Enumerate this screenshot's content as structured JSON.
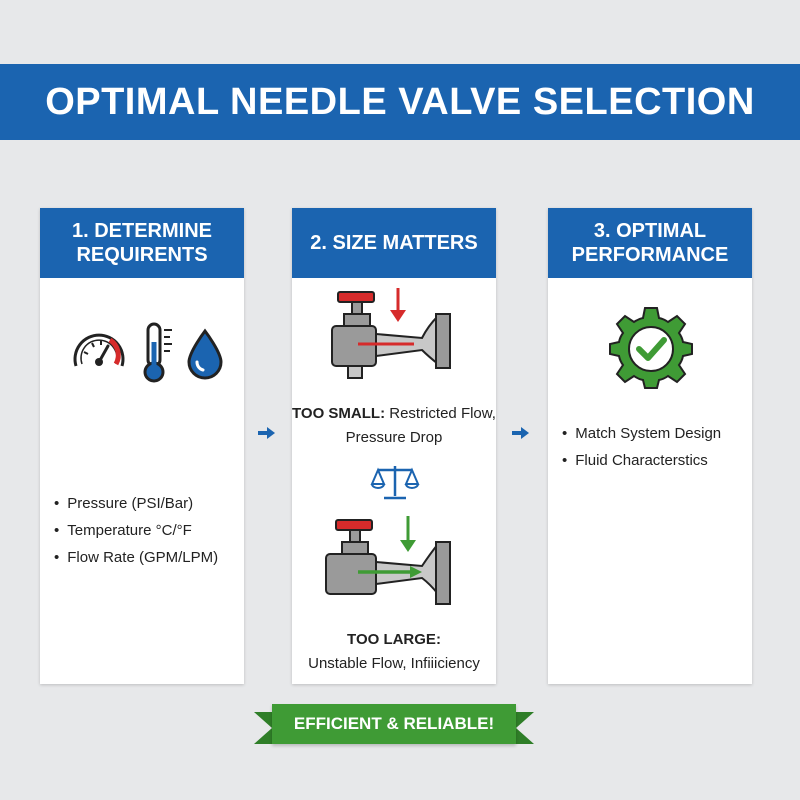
{
  "title": "OPTIMAL NEEDLE VALVE SELECTION",
  "steps": [
    {
      "header_line1": "1. DETERMINE",
      "header_line2": "REQUIRENTS",
      "bullets": [
        "Pressure (PSI/Bar)",
        "Temperature °C/°F",
        "Flow Rate (GPM/LPM)"
      ],
      "icons": [
        "pressure-gauge-icon",
        "thermometer-icon",
        "water-drop-icon"
      ]
    },
    {
      "header_line1": "2. SIZE MATTERS",
      "too_small_label": "TOO SMALL:",
      "too_small_text1": "Restricted Flow,",
      "too_small_text2": "Pressure Drop",
      "too_large_label": "TOO LARGE:",
      "too_large_text": "Unstable Flow, Infiiiciency",
      "icons": [
        "valve-restricted-icon",
        "balance-scale-icon",
        "valve-open-icon"
      ]
    },
    {
      "header_line1": "3. OPTIMAL",
      "header_line2": "PERFORMANCE",
      "bullets": [
        "Match System Design",
        "Fluid Characterstics"
      ],
      "icons": [
        "gear-check-icon"
      ]
    }
  ],
  "ribbon_text": "EFFICIENT & RELIABLE!",
  "colors": {
    "brand_blue": "#1b64b0",
    "accent_red": "#d62b2b",
    "accent_green": "#3f9b35",
    "background": "#e7e8ea"
  }
}
